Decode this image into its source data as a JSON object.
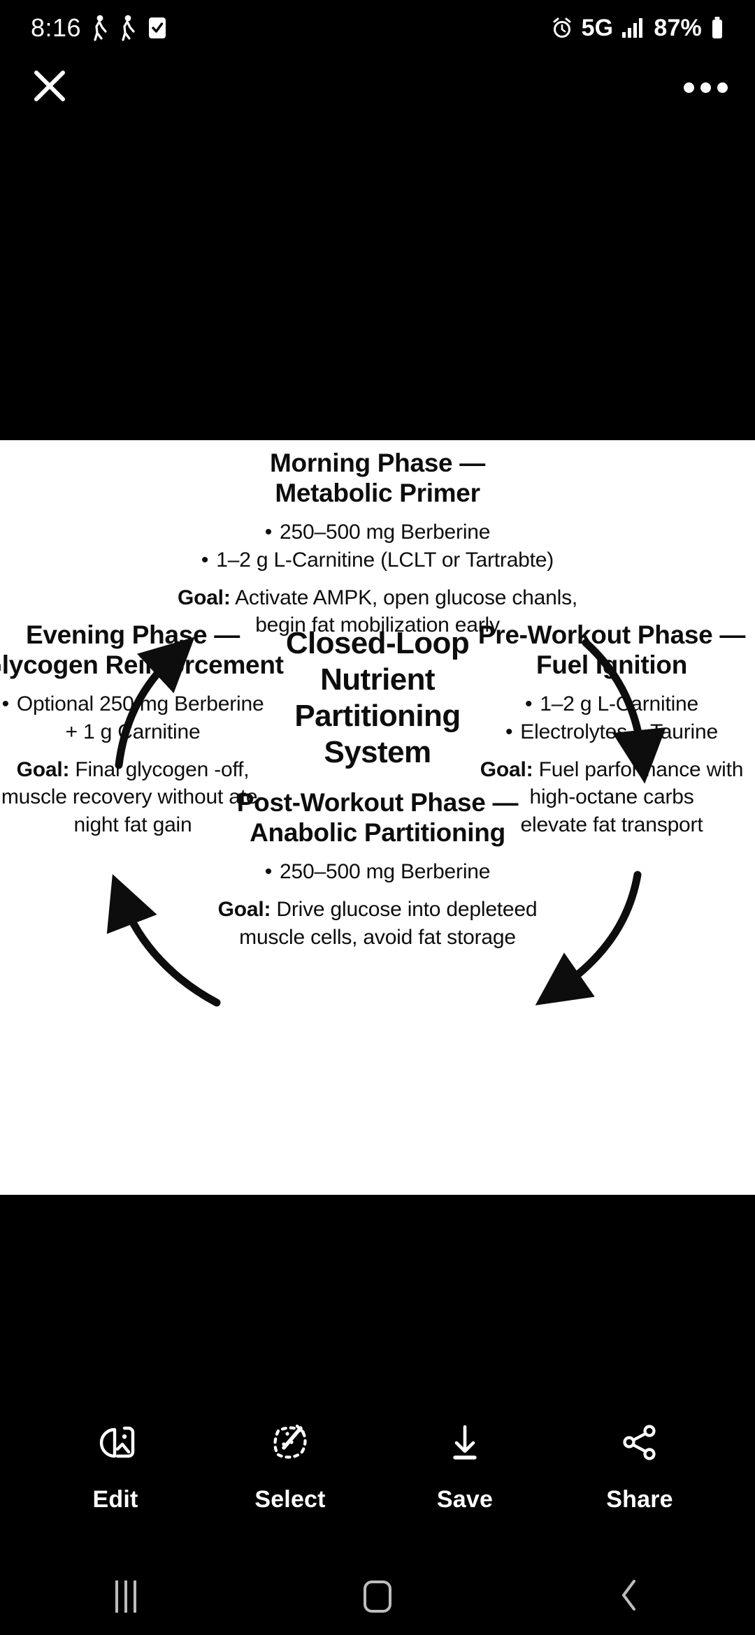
{
  "status_bar": {
    "time": "8:16",
    "left_icons": [
      "walking-person-icon",
      "walking-person-icon",
      "checkbox-checked-icon"
    ],
    "alarm_icon": "alarm-clock-icon",
    "network": "5G",
    "signal_icon": "signal-bars-icon",
    "battery_percent": "87%",
    "battery_icon": "battery-icon"
  },
  "top_bar": {
    "close_icon": "close-icon",
    "more_icon": "more-options-icon"
  },
  "diagram": {
    "center_title": "Closed-Loop\nNutrient\nPartitioning\nSystem",
    "nodes": [
      {
        "id": "morning",
        "title": "Morning Phase —\nMetabolic Primer",
        "bullets": [
          "250–500 mg Berberine",
          "1–2 g L-Carnitine (LCLT or Tartrabte)"
        ],
        "goal_label": "Goal:",
        "goal_text": " Activate AMPK, open glucose chanls,\nbegin fat mobilization early"
      },
      {
        "id": "pre-workout",
        "title": "Pre-Workout Phase —\nFuel Ignition",
        "bullets": [
          "1–2 g L-Carnitine",
          "Electrolytes + Taurine"
        ],
        "goal_label": "Goal:",
        "goal_text": " Fuel parformance with\nhigh-octane carbs\nelevate fat transport"
      },
      {
        "id": "post-workout",
        "title": "Post-Workout Phase —\nAnabolic Partitioning",
        "bullets": [
          "250–500 mg Berberine"
        ],
        "goal_label": "Goal:",
        "goal_text": " Drive glucose into depleteed\nmuscle cells, avoid fat storage"
      },
      {
        "id": "evening",
        "title": "Evening Phase —\nGlycogen Reinforcement",
        "bullets": [
          "Optional 250 mg Berberine\n+ 1 g Carnitine"
        ],
        "goal_label": "Goal:",
        "goal_text": " Final glycogen -off,\nmuscle recovery without ate-\nnight fat gain"
      }
    ]
  },
  "toolbar": {
    "items": [
      {
        "label": "Edit",
        "icon": "edit-image-icon"
      },
      {
        "label": "Select",
        "icon": "select-sparkle-icon"
      },
      {
        "label": "Save",
        "icon": "download-save-icon"
      },
      {
        "label": "Share",
        "icon": "share-nodes-icon"
      }
    ]
  },
  "nav_bar": {
    "recents": "recents-icon",
    "home": "home-icon",
    "back": "back-icon"
  },
  "colors": {
    "background": "#000000",
    "sheet": "#ffffff",
    "text_on_dark": "#ffffff",
    "text_on_light": "#0d0d0d",
    "nav_icon": "#bdbdbd"
  }
}
